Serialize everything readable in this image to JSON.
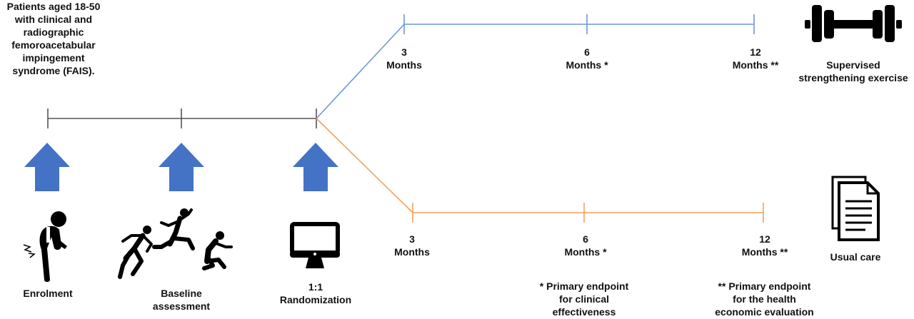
{
  "colors": {
    "accent_blue": "#4472c4",
    "strengthening_line": "#6d97d8",
    "usual_care_line": "#f4a15d",
    "baseline_line": "#555555",
    "icon": "#000000"
  },
  "intro": {
    "lines": [
      "Patients aged 18-50",
      "with clinical and",
      "radiographic",
      "femoroacetabular",
      "impingement",
      "syndrome (FAIS)."
    ]
  },
  "stages": {
    "enrolment": "Enrolment",
    "baseline": [
      "Baseline",
      "assessment"
    ],
    "randomization": [
      "1:1",
      "Randomization"
    ]
  },
  "strengthening_arm": {
    "label": [
      "Supervised",
      "strengthening exercise"
    ],
    "timepoints": [
      {
        "number": "3",
        "unit": "Months"
      },
      {
        "number": "6",
        "unit": "Months *"
      },
      {
        "number": "12",
        "unit": "Months **"
      }
    ]
  },
  "usual_care_arm": {
    "label": "Usual care",
    "timepoints": [
      {
        "number": "3",
        "unit": "Months"
      },
      {
        "number": "6",
        "unit": "Months *"
      },
      {
        "number": "12",
        "unit": "Months **"
      }
    ]
  },
  "footnotes": {
    "primary_clinical": [
      "* Primary endpoint",
      "for clinical",
      "effectiveness"
    ],
    "primary_health_economic": [
      "** Primary endpoint",
      "for the health",
      "economic evaluation"
    ]
  },
  "icons": {
    "enrolment": "person-with-hip-pain-icon",
    "baseline": "running-athletes-icon",
    "randomization": "computer-monitor-icon",
    "strengthening": "dumbbell-icon",
    "usual_care": "document-icon",
    "arrows": "up-arrow-icon"
  }
}
